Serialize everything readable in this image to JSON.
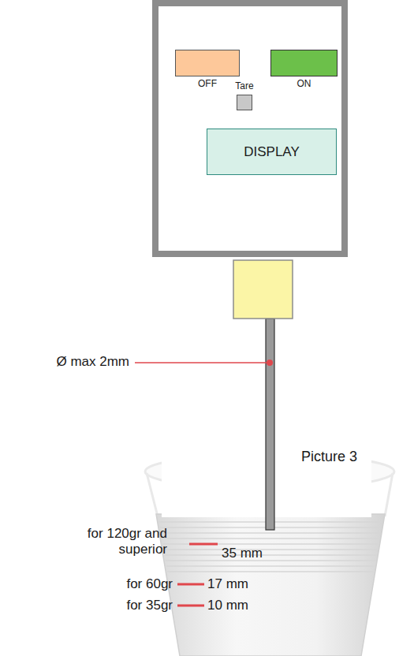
{
  "diagram": {
    "nodes": [
      {
        "text": [
          "OFF"
        ]
      },
      {
        "text": [
          "Tare"
        ]
      },
      {
        "text": [
          "ON"
        ]
      },
      {
        "text": [
          "DISPLAY"
        ]
      }
    ],
    "labels": [
      "Ø max 2mm",
      "Picture 3",
      "for 120gr and superior",
      "35 mm",
      "for 60gr",
      "17 mm",
      "for 35gr",
      "10 mm"
    ]
  }
}
